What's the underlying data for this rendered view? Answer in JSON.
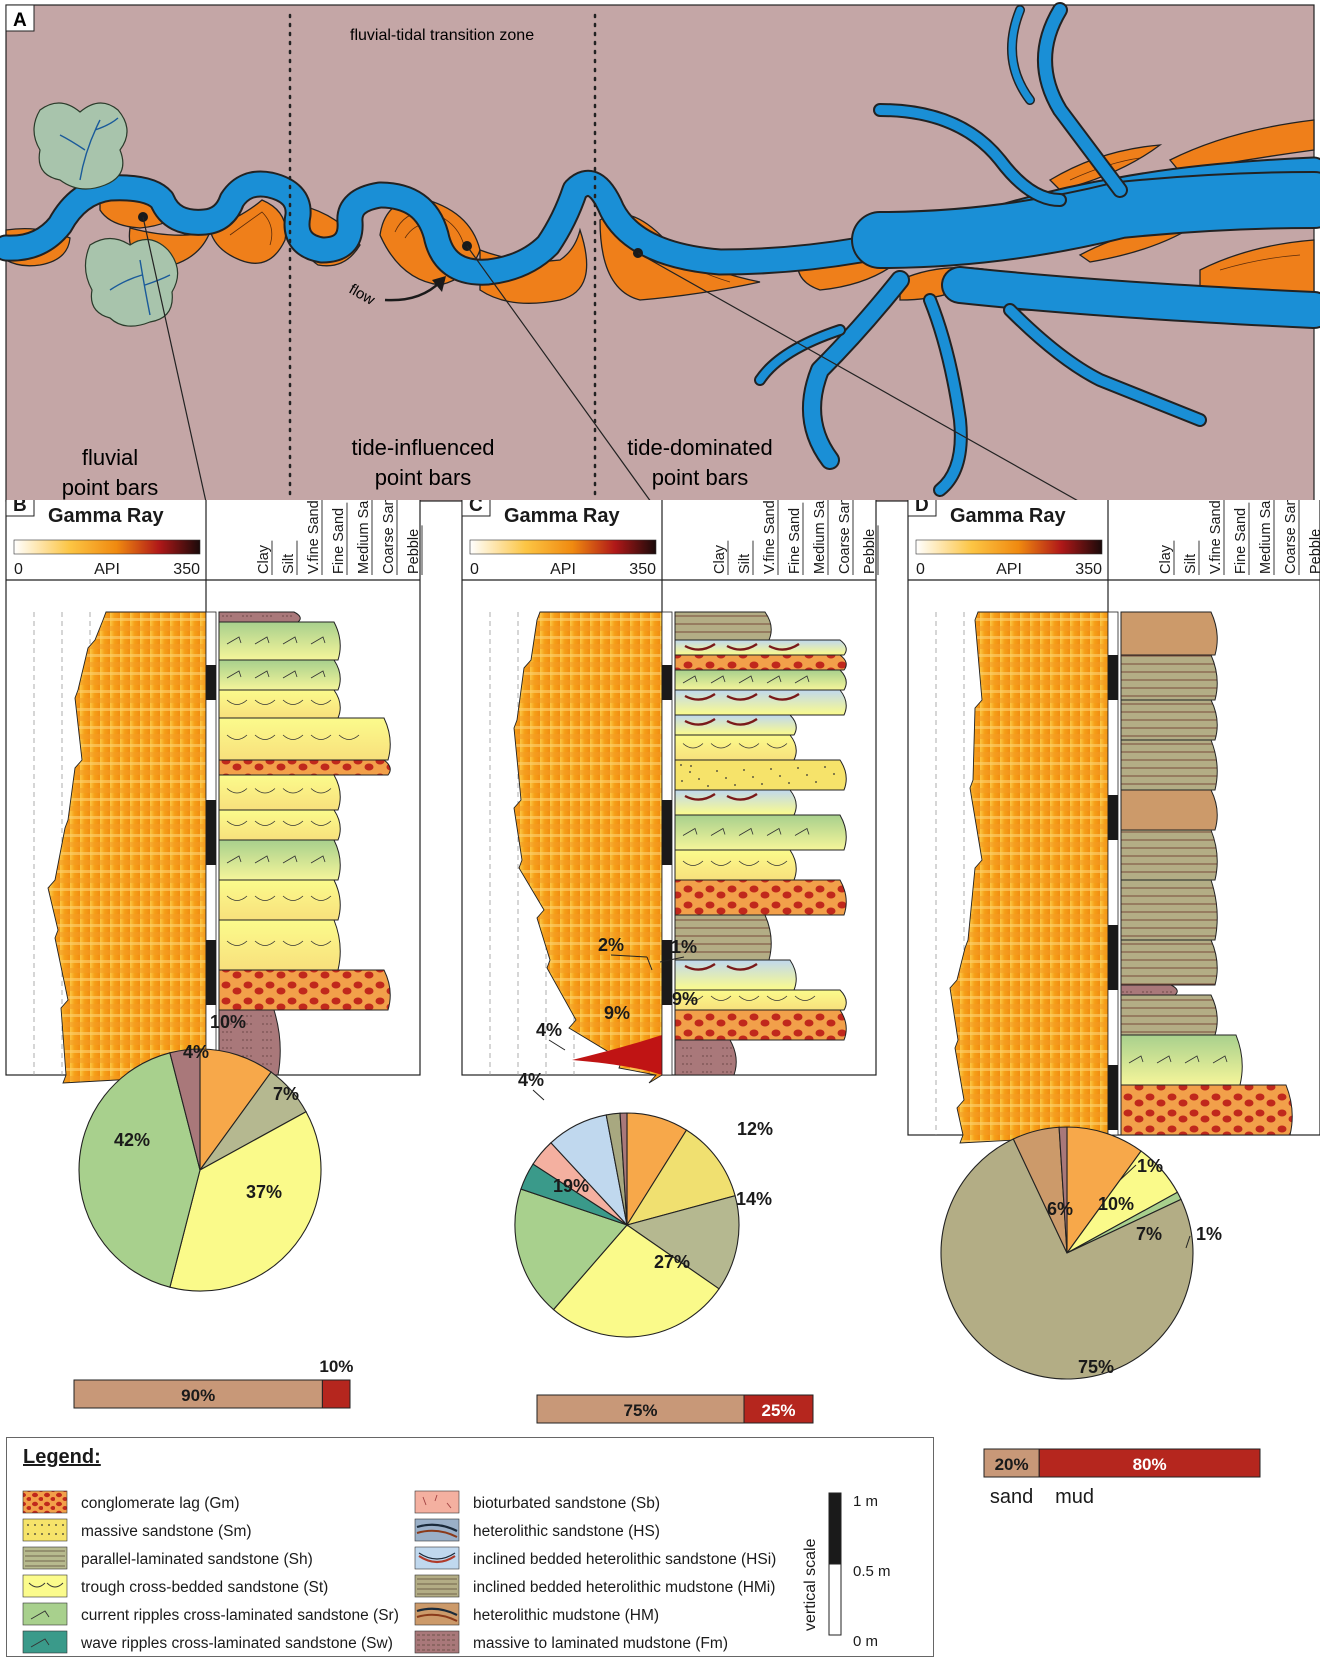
{
  "panelA": {
    "label": "A",
    "zone_title": "fluvial-tidal transition zone",
    "flow_label": "flow",
    "zones": [
      {
        "line1": "fluvial",
        "line2": "point bars"
      },
      {
        "line1": "tide-influenced",
        "line2": "point bars"
      },
      {
        "line1": "tide-dominated",
        "line2": "point bars"
      }
    ]
  },
  "logs": [
    {
      "label": "B",
      "title": "Gamma Ray",
      "scale_min": "0",
      "scale_unit": "API",
      "scale_max": "350",
      "grain_sizes": [
        "Clay",
        "Silt",
        "V.fine Sand",
        "Fine Sand",
        "Medium Sand",
        "Coarse Sand",
        "Pebble"
      ]
    },
    {
      "label": "C",
      "title": "Gamma Ray",
      "scale_min": "0",
      "scale_unit": "API",
      "scale_max": "350",
      "grain_sizes": [
        "Clay",
        "Silt",
        "V.fine Sand",
        "Fine Sand",
        "Medium Sand",
        "Coarse Sand",
        "Pebble"
      ]
    },
    {
      "label": "D",
      "title": "Gamma Ray",
      "scale_min": "0",
      "scale_unit": "API",
      "scale_max": "350",
      "grain_sizes": [
        "Clay",
        "Silt",
        "V.fine Sand",
        "Fine Sand",
        "Medium Sand",
        "Coarse Sand",
        "Pebble"
      ]
    }
  ],
  "chart_data": [
    {
      "type": "pie",
      "panel": "B",
      "values": [
        10,
        7,
        37,
        42,
        4
      ],
      "labels": [
        "10%",
        "7%",
        "37%",
        "42%",
        "4%"
      ],
      "colors": [
        "#f7a84a",
        "#b5b890",
        "#fafa8a",
        "#a8d08d",
        "#a9787a"
      ],
      "sand_mud": {
        "sand": 90,
        "mud": 10,
        "sand_label": "90%",
        "mud_label": "10%"
      }
    },
    {
      "type": "pie",
      "panel": "C",
      "values": [
        9,
        12,
        14,
        27,
        19,
        4,
        4,
        9,
        2,
        1
      ],
      "labels": [
        "9%",
        "12%",
        "14%",
        "27%",
        "19%",
        "4%",
        "4%",
        "9%",
        "2%",
        "1%"
      ],
      "colors": [
        "#f7a84a",
        "#f0e070",
        "#b5b890",
        "#fafa8a",
        "#a8d08d",
        "#3a9a8a",
        "#f4b0a0",
        "#c0d8ee",
        "#a8a880",
        "#a9787a"
      ],
      "sand_mud": {
        "sand": 75,
        "mud": 25,
        "sand_label": "75%",
        "mud_label": "25%"
      }
    },
    {
      "type": "pie",
      "panel": "D",
      "values": [
        10,
        7,
        1,
        75,
        6,
        1
      ],
      "labels": [
        "10%",
        "7%",
        "1%",
        "75%",
        "6%",
        "1%"
      ],
      "colors": [
        "#f7a84a",
        "#fafa8a",
        "#a8d08d",
        "#b3ad85",
        "#cc9a6a",
        "#a9787a"
      ],
      "sand_mud": {
        "sand": 20,
        "mud": 80,
        "sand_label": "20%",
        "mud_label": "80%",
        "sand_word": "sand",
        "mud_word": "mud"
      }
    }
  ],
  "legend": {
    "title": "Legend:",
    "items": [
      {
        "label": "conglomerate lag (Gm)",
        "color": "#f2a04a",
        "pattern": "pebbles"
      },
      {
        "label": "massive sandstone (Sm)",
        "color": "#f6e36a",
        "pattern": "dots"
      },
      {
        "label": "parallel-laminated sandstone (Sh)",
        "color": "#b7ba8e",
        "pattern": "lines"
      },
      {
        "label": "trough cross-bedded sandstone (St)",
        "color": "#fbfb8c",
        "pattern": "troughs"
      },
      {
        "label": "current ripples cross-laminated sandstone (Sr)",
        "color": "#a8d08d",
        "pattern": "ripples"
      },
      {
        "label": "wave ripples cross-laminated sandstone (Sw)",
        "color": "#3a9a8a",
        "pattern": "ripples"
      },
      {
        "label": "bioturbated sandstone (Sb)",
        "color": "#f4b0a0",
        "pattern": "burrows"
      },
      {
        "label": "heterolithic sandstone (HS)",
        "color": "#9ab0c8",
        "pattern": "wavy"
      },
      {
        "label": "inclined bedded heterolithic sandstone (HSi)",
        "color": "#c0d8ee",
        "pattern": "inclined"
      },
      {
        "label": "inclined bedded heterolithic mudstone (HMi)",
        "color": "#b3ad85",
        "pattern": "lines"
      },
      {
        "label": "heterolithic mudstone (HM)",
        "color": "#cc9a6a",
        "pattern": "wavy"
      },
      {
        "label": "massive to laminated mudstone (Fm)",
        "color": "#a9787a",
        "pattern": "laminae"
      }
    ],
    "scale_title": "vertical scale",
    "scale_ticks": [
      "1 m",
      "0.5 m",
      "0 m"
    ]
  },
  "colors": {
    "background": "#c4a6a6",
    "channel": "#1a8fd6",
    "bar": "#ef7f1a",
    "mud_bar": "#b5261e",
    "sand_bar": "#c89878"
  }
}
